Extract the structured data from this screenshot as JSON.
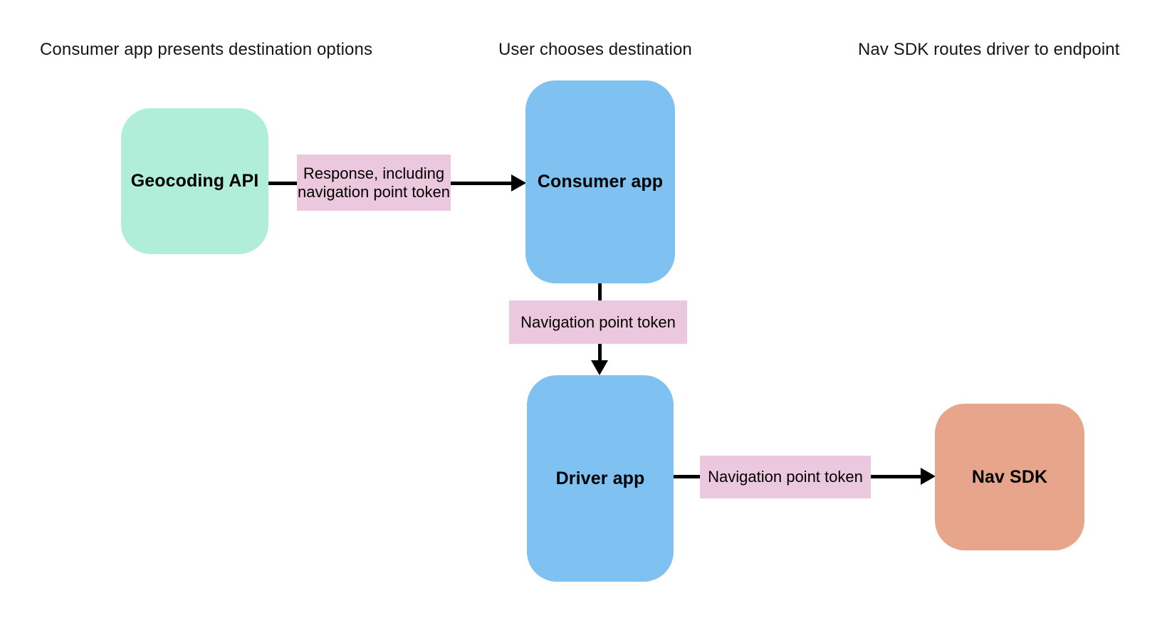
{
  "diagram": {
    "background_color": "#ffffff",
    "arrow_color": "#000000",
    "edge_label_bg_color": "#ecc8de",
    "headers": [
      {
        "text": "Consumer app presents destination options"
      },
      {
        "text": "User chooses destination"
      },
      {
        "text": "Nav SDK routes driver to endpoint"
      }
    ],
    "nodes": [
      {
        "id": "geocoding-api",
        "label": "Geocoding API",
        "color": "#b1eed9"
      },
      {
        "id": "consumer-app",
        "label": "Consumer app",
        "color": "#7fc1f0"
      },
      {
        "id": "driver-app",
        "label": "Driver app",
        "color": "#7fc1f0"
      },
      {
        "id": "nav-sdk",
        "label": "Nav SDK",
        "color": "#e7a68c"
      }
    ],
    "edges": [
      {
        "from": "geocoding-api",
        "to": "consumer-app",
        "label": "Response, including navigation point token"
      },
      {
        "from": "consumer-app",
        "to": "driver-app",
        "label": "Navigation point token"
      },
      {
        "from": "driver-app",
        "to": "nav-sdk",
        "label": "Navigation point token"
      }
    ]
  }
}
